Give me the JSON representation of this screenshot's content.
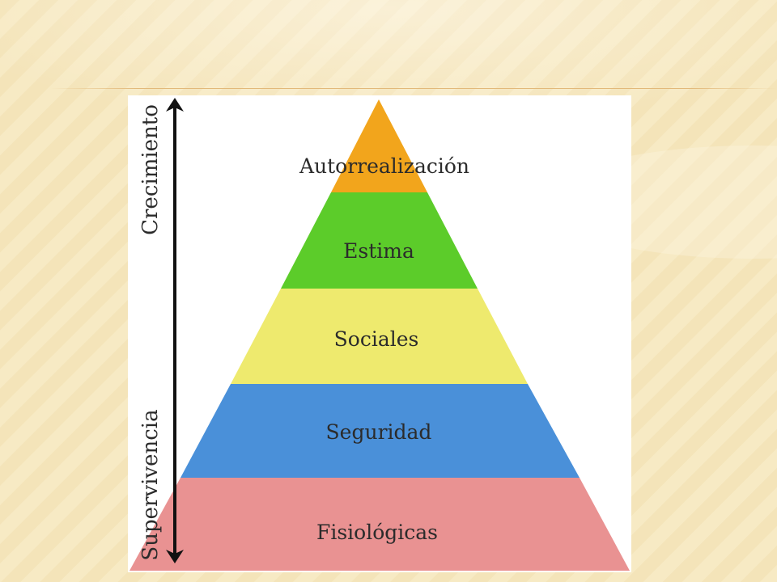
{
  "diagram": {
    "levels": [
      {
        "label": "Autorrealización",
        "color": "#f2a51c"
      },
      {
        "label": "Estima",
        "color": "#5ccc2a"
      },
      {
        "label": "Sociales",
        "color": "#eeea6e"
      },
      {
        "label": "Seguridad",
        "color": "#4a90d9"
      },
      {
        "label": "Fisiológicas",
        "color": "#e99292"
      }
    ],
    "axis": {
      "top_label": "Crecimiento",
      "bottom_label": "Supervivencia",
      "arrow": "double-headed vertical arrow"
    }
  },
  "theme": {
    "slide_background": "#f6e9c2",
    "panel_background": "#ffffff",
    "text_color": "#2b2b2b"
  }
}
